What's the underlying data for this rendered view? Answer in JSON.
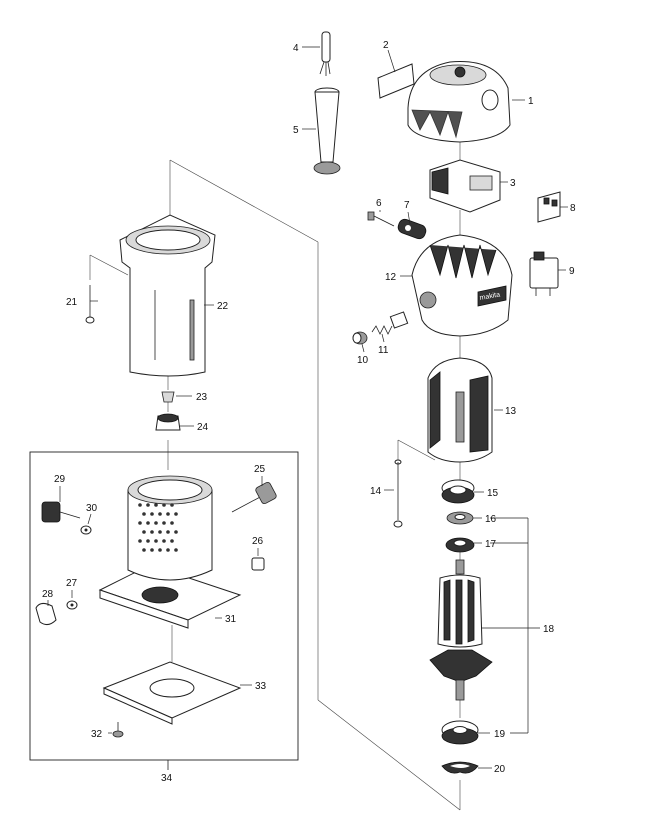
{
  "labels": {
    "p1": "1",
    "p2": "2",
    "p3": "3",
    "p4": "4",
    "p5": "5",
    "p6": "6",
    "p7": "7",
    "p8": "8",
    "p9": "9",
    "p10": "10",
    "p11": "11",
    "p12": "12",
    "p13": "13",
    "p14": "14",
    "p15": "15",
    "p16": "16",
    "p17": "17",
    "p18": "18",
    "p19": "19",
    "p20": "20",
    "p21": "21",
    "p22": "22",
    "p23": "23",
    "p24": "24",
    "p25": "25",
    "p26": "26",
    "p27": "27",
    "p28": "28",
    "p29": "29",
    "p30": "30",
    "p31": "31",
    "p32": "32",
    "p33": "33",
    "p34": "34"
  },
  "nameplate_text": "makita"
}
